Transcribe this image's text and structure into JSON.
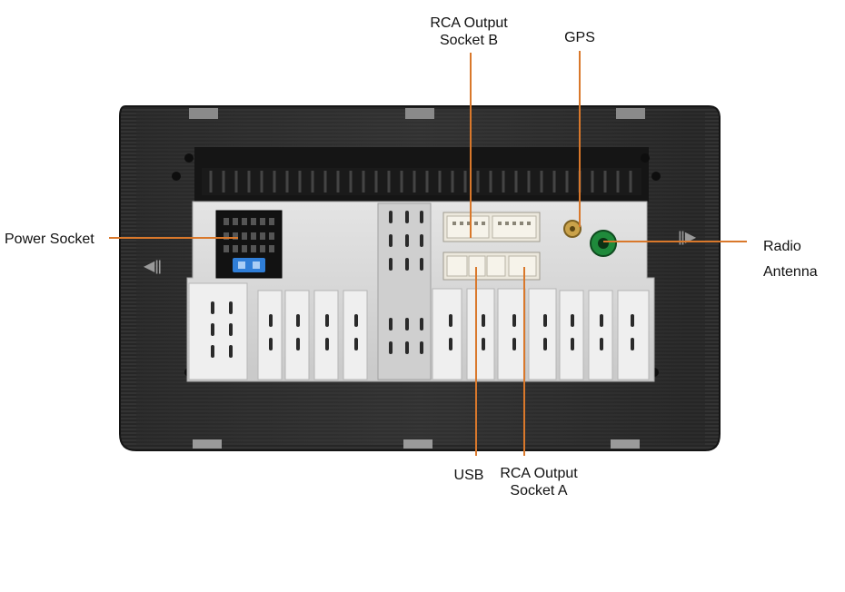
{
  "diagram": {
    "labels": {
      "power_socket": "Power Socket",
      "rca_b_line1": "RCA Output",
      "rca_b_line2": "Socket B",
      "gps": "GPS",
      "radio_line1": "Radio",
      "radio_line2": "Antenna",
      "usb": "USB",
      "rca_a_line1": "RCA Output",
      "rca_a_line2": "Socket A"
    },
    "colors": {
      "callout_line": "#d9782b",
      "chassis": "#1f1f1f",
      "heatsink_panel": "#d7d7d7",
      "fuse": "#2f7ed8",
      "antenna_socket": "#1f8a3b"
    }
  }
}
